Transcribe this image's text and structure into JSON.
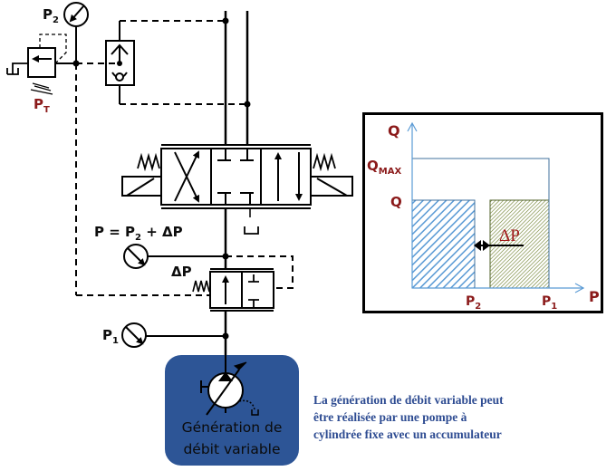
{
  "labels": {
    "p2_gauge": "P",
    "p2_sub": "2",
    "pt": "P",
    "pt_sub": "T",
    "p_equation_p": "P = P",
    "p_equation_sub": "2",
    "p_equation_rest": " + ΔP",
    "delta_p_valve": "ΔP",
    "p1_gauge": "P",
    "p1_sub": "1"
  },
  "pump_block": {
    "caption_line1": "Génération de",
    "caption_line2": "débit variable",
    "background_color": "#2d5596"
  },
  "note": {
    "line1": "La génération de débit variable peut",
    "line2": "être réalisée par une pompe à",
    "line3": "cylindrée fixe avec un accumulateur",
    "color": "#2e4c92"
  },
  "chart_data": {
    "type": "area",
    "title": "",
    "xlabel": "P",
    "ylabel": "Q",
    "x_ticks": [
      {
        "label": "P",
        "sub": "2",
        "value": "P2"
      },
      {
        "label": "P",
        "sub": "1",
        "value": "P1"
      }
    ],
    "y_ticks": [
      {
        "label": "Q",
        "sub": "MAX",
        "value": "QMAX"
      },
      {
        "label": "Q",
        "sub": "",
        "value": "Q"
      }
    ],
    "regions": [
      {
        "name": "useful-power",
        "x_range": [
          "0",
          "P2"
        ],
        "y_range": [
          "0",
          "Q"
        ],
        "fill": "hatched",
        "color": "#5b9bd5"
      },
      {
        "name": "loss-power",
        "x_range": [
          "P2+gap",
          "P1"
        ],
        "y_range": [
          "0",
          "Q"
        ],
        "fill": "hatched",
        "color": "#6b7d2a"
      },
      {
        "name": "max-envelope",
        "x_range": [
          "0",
          "P1"
        ],
        "y_range": [
          "0",
          "QMAX"
        ],
        "fill": "none",
        "color": "#41719c"
      }
    ],
    "annotation": {
      "text": "ΔP",
      "arrow": "double-headed between P2 region and loss region"
    },
    "axis_color": "#5b9bd5",
    "label_color": "#8b1a1a",
    "grid": false
  }
}
